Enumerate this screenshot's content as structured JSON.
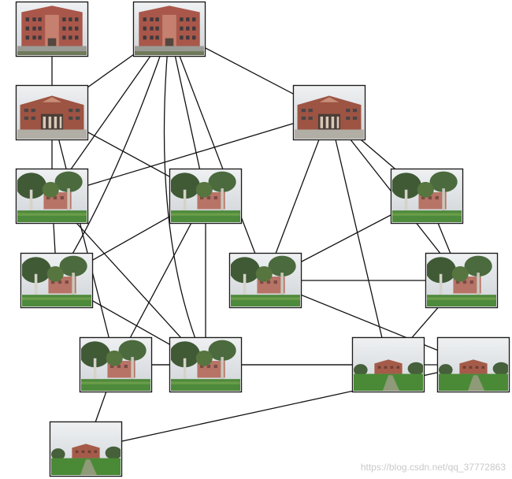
{
  "watermark": "https://blog.csdn.net/qq_37772863",
  "graph": {
    "nodes": [
      {
        "id": "n1",
        "scene": "building-close"
      },
      {
        "id": "n2",
        "scene": "building-close"
      },
      {
        "id": "n3",
        "scene": "building-wide"
      },
      {
        "id": "n4",
        "scene": "building-wide"
      },
      {
        "id": "n5",
        "scene": "trees"
      },
      {
        "id": "n6",
        "scene": "trees"
      },
      {
        "id": "n7",
        "scene": "trees"
      },
      {
        "id": "n8",
        "scene": "trees"
      },
      {
        "id": "n9",
        "scene": "trees"
      },
      {
        "id": "n10",
        "scene": "trees"
      },
      {
        "id": "n11",
        "scene": "lawn"
      },
      {
        "id": "n12",
        "scene": "trees"
      },
      {
        "id": "n13",
        "scene": "trees"
      },
      {
        "id": "n14",
        "scene": "lawn"
      },
      {
        "id": "n15",
        "scene": "lawn"
      }
    ],
    "edges": [
      [
        "n1",
        "n3"
      ],
      [
        "n2",
        "n3"
      ],
      [
        "n2",
        "n5"
      ],
      [
        "n2",
        "n6"
      ],
      [
        "n2",
        "n8"
      ],
      [
        "n2",
        "n4"
      ],
      [
        "n2",
        "n12"
      ],
      [
        "n2",
        "n9"
      ],
      [
        "n3",
        "n10"
      ],
      [
        "n3",
        "n6"
      ],
      [
        "n3",
        "n5"
      ],
      [
        "n10",
        "n5"
      ],
      [
        "n10",
        "n15"
      ],
      [
        "n4",
        "n6"
      ],
      [
        "n4",
        "n9"
      ],
      [
        "n4",
        "n7"
      ],
      [
        "n4",
        "n13"
      ],
      [
        "n4",
        "n11"
      ],
      [
        "n5",
        "n12"
      ],
      [
        "n5",
        "n8"
      ],
      [
        "n10",
        "n14"
      ],
      [
        "n14",
        "n15"
      ],
      [
        "n6",
        "n12"
      ],
      [
        "n6",
        "n8"
      ],
      [
        "n8",
        "n12"
      ],
      [
        "n7",
        "n13"
      ],
      [
        "n7",
        "n9"
      ],
      [
        "n9",
        "n13"
      ],
      [
        "n9",
        "n14"
      ],
      [
        "n13",
        "n11"
      ],
      [
        "n11",
        "n10"
      ]
    ]
  }
}
